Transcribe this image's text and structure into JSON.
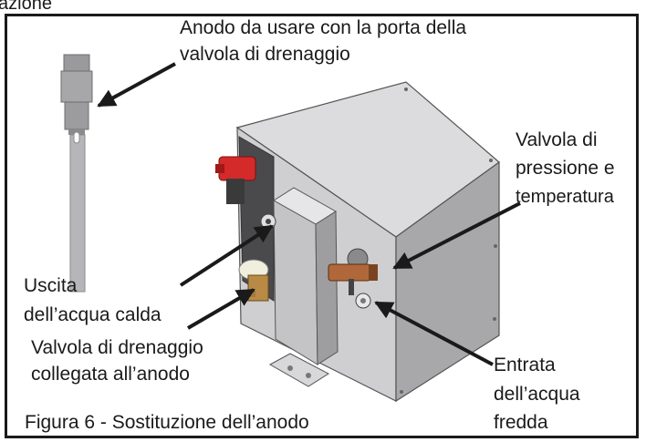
{
  "top_fragment": "azione",
  "labels": {
    "anode_line1": "Anodo da usare con la porta della",
    "anode_line2": "valvola di drenaggio",
    "pt_valve_line1": "Valvola di",
    "pt_valve_line2": "pressione e",
    "pt_valve_line3": "temperatura",
    "hot_out_line1": "Uscita",
    "hot_out_line2": "dell’acqua calda",
    "drain_line1": "Valvola di drenaggio",
    "drain_line2": "collegata all’anodo",
    "cold_in_line1": "Entrata",
    "cold_in_line2": "dell’acqua",
    "cold_in_line3": "fredda"
  },
  "caption": "Figura 6 - Sostituzione dell’anodo",
  "colors": {
    "line": "#1a1a1a",
    "tank_front": "#d0d0d2",
    "tank_side": "#a9a9ac",
    "tank_top": "#dedee0",
    "red_valve": "#d42a2a",
    "brass": "#b0683a"
  }
}
